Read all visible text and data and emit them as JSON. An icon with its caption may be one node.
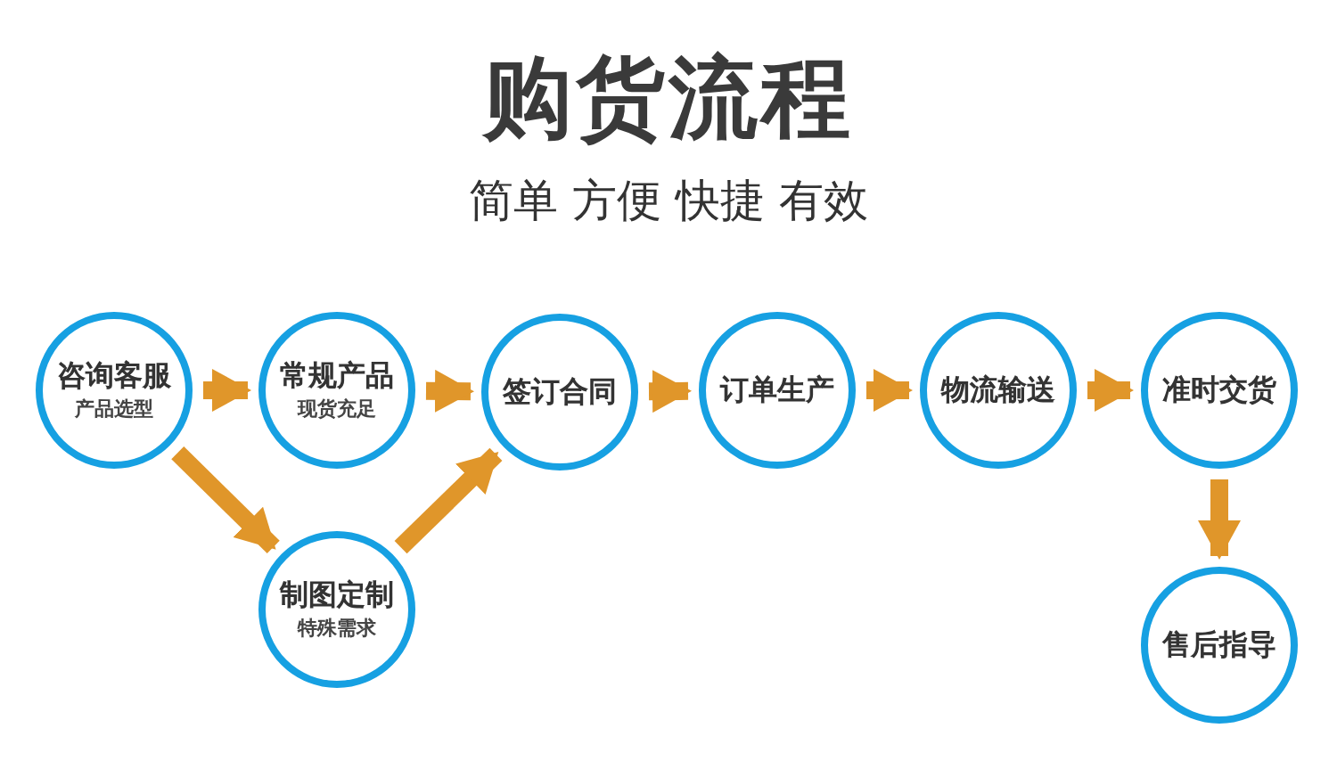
{
  "diagram": {
    "title": "购货流程",
    "nodes": [
      {
        "text": [
          "咨询客服",
          "产品选型"
        ]
      },
      {
        "text": [
          "常规产品",
          "现货充足"
        ]
      },
      {
        "text": [
          "签订合同"
        ]
      },
      {
        "text": [
          "订单生产"
        ]
      },
      {
        "text": [
          "物流输送"
        ]
      },
      {
        "text": [
          "准时交货"
        ]
      },
      {
        "text": [
          "制图定制",
          "特殊需求"
        ]
      },
      {
        "text": [
          "售后指导"
        ]
      }
    ],
    "edges": [
      {
        "from": 0,
        "to": 1,
        "arrow": "to"
      },
      {
        "from": 1,
        "to": 2,
        "arrow": "to"
      },
      {
        "from": 2,
        "to": 3,
        "arrow": "to"
      },
      {
        "from": 3,
        "to": 4,
        "arrow": "to"
      },
      {
        "from": 4,
        "to": 5,
        "arrow": "to"
      },
      {
        "from": 0,
        "to": 6,
        "arrow": "to"
      },
      {
        "from": 6,
        "to": 2,
        "arrow": "to"
      },
      {
        "from": 5,
        "to": 7,
        "arrow": "to"
      }
    ],
    "labels": [
      "简单 方便 快捷 有效"
    ]
  }
}
